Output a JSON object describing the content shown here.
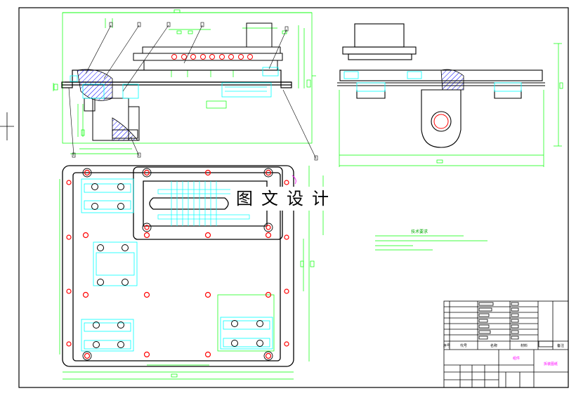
{
  "watermark": "图文设计",
  "notes": {
    "title": "技术要求"
  },
  "title_block": {
    "col_seq": "序号",
    "col_code": "代号",
    "col_name": "名称",
    "col_material": "材料",
    "col_remark": "备注",
    "part_name": "组件",
    "drawing_name": "拆装图纸"
  },
  "colors": {
    "outline": "#000000",
    "dimension": "#00ff00",
    "hidden": "#00ffff",
    "hatch": "#0000ff",
    "bolt": "#ff0000",
    "accent": "#ff00ff"
  }
}
